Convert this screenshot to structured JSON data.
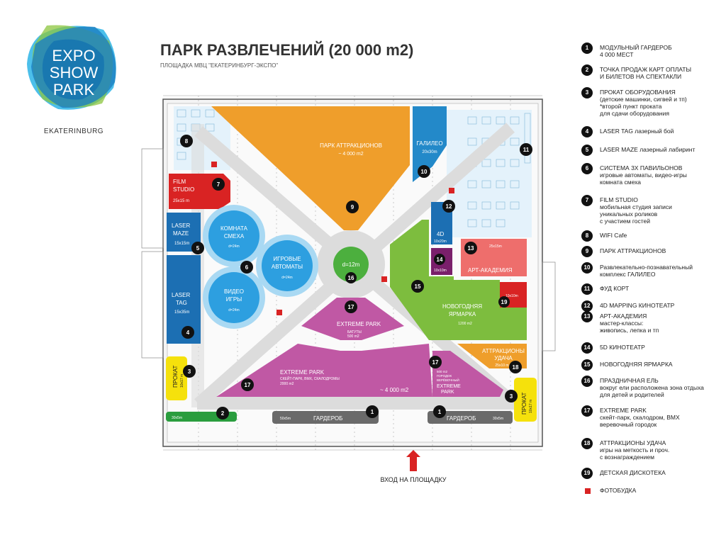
{
  "logo": {
    "line1": "EXPO",
    "line2": "SHOW",
    "line3": "PARK"
  },
  "city": "EKATERINBURG",
  "title": "ПАРК РАЗВЛЕЧЕНИЙ (20 000 m2)",
  "subtitle": "ПЛОЩАДКА МВЦ \"ЕКАТЕРИНБУРГ-ЭКСПО\"",
  "entrance": "ВХОД НА ПЛОЩАДКУ",
  "colors": {
    "orange": "#ef9e2b",
    "blue": "#2389c9",
    "lightblue": "#6cc1ec",
    "red": "#d92323",
    "purple": "#c058a4",
    "green": "#7dbd3e",
    "yellow": "#f5e10c",
    "salmon": "#ee6e6c",
    "gray": "#6a6a6a",
    "darkpurple": "#7a1f6b",
    "path": "#dcdcdc"
  },
  "zones": {
    "park": {
      "label": "ПАРК АТТРАКЦИОНОВ",
      "size": "~ 4 000 m2"
    },
    "galileo": {
      "label": "ГАЛИЛЕО",
      "size": "20x30m"
    },
    "film": {
      "label1": "FILM",
      "label2": "STUDIO",
      "size": "25x15 m"
    },
    "maze": {
      "label1": "LASER",
      "label2": "MAZE",
      "size": "15x15m"
    },
    "lasertag": {
      "label1": "LASER",
      "label2": "TAG",
      "size": "15x35m"
    },
    "laugh": {
      "label1": "КОМНАТА",
      "label2": "СМЕХА",
      "size": "d=24m"
    },
    "video": {
      "label1": "ВИДЕО",
      "label2": "ИГРЫ",
      "size": "d=24m"
    },
    "slots": {
      "label1": "ИГРОВЫЕ",
      "label2": "АВТОМАТЫ",
      "size": "d=24m"
    },
    "center": {
      "label": "d=12m"
    },
    "d4": {
      "label": "4D",
      "size": "10x20m"
    },
    "d5": {
      "size": "10x10m"
    },
    "art": {
      "label": "АРТ-АКАДЕМИЯ",
      "size": "25x15m"
    },
    "fair": {
      "label1": "НОВОГОДНЯЯ",
      "label2": "ЯРМАРКА",
      "size": "1200 m2"
    },
    "disco": {
      "size": "10x10m"
    },
    "extreme_top": {
      "label": "EXTREME PARK",
      "sub": "БАТУТЫ",
      "size": "500 m2"
    },
    "extreme_main": {
      "label": "EXTREME PARK",
      "sub": "СКЕЙТ-ПАРК, BMX, СКАЛОДРОМЫ",
      "size": "2000 m2",
      "total": "~ 4 000 m2"
    },
    "extreme_right": {
      "size": "500 m2",
      "sub1": "ГОРОДОК",
      "sub2": "ВЕРЁВОЧНЫЙ",
      "label1": "EXTREME",
      "label2": "PARK"
    },
    "luck": {
      "label1": "АТТРАКЦИОНЫ",
      "label2": "УДАЧА",
      "size": "25x10 m"
    },
    "prokat_left": {
      "label": "ПРОКАТ",
      "size": "10x17 m"
    },
    "prokat_right": {
      "label": "ПРОКАТ",
      "size": "10x17 m"
    },
    "green_bar": {
      "size": "30x5m"
    },
    "wardrobe_left": {
      "label": "ГАРДЕРОБ",
      "size": "50x5m"
    },
    "wardrobe_right": {
      "label": "ГАРДЕРОБ",
      "size": "30x5m"
    }
  },
  "markers": [
    "1",
    "1",
    "2",
    "3",
    "3",
    "4",
    "5",
    "6",
    "7",
    "8",
    "9",
    "10",
    "11",
    "12",
    "13",
    "14",
    "15",
    "16",
    "17",
    "17",
    "17",
    "18",
    "19"
  ],
  "legend": [
    {
      "num": "1",
      "text": "МОДУЛЬНЫЙ ГАРДЕРОБ\n4 000 МЕСТ"
    },
    {
      "num": "2",
      "text": "ТОЧКА ПРОДАЖ КАРТ ОПЛАТЫ\nИ БИЛЕТОВ НА СПЕКТАКЛИ"
    },
    {
      "num": "3",
      "text": "ПРОКАТ ОБОРУДОВАНИЯ\n(детские машинки, сигвей и тп)\n*второй пункт проката\nдля сдачи оборудования"
    },
    {
      "num": "4",
      "text": "LASER TAG лазерный бой"
    },
    {
      "num": "5",
      "text": "LASER MAZE лазерный лабиринт"
    },
    {
      "num": "6",
      "text": "СИСТЕМА 3Х ПАВИЛЬОНОВ\nигровые автоматы, видео-игры\nкомната смеха"
    },
    {
      "num": "7",
      "text": "FILM STUDIO\nмобильная студия записи\nуникальных роликов\nс участием гостей"
    },
    {
      "num": "8",
      "text": "WIFI Cafe"
    },
    {
      "num": "9",
      "text": "ПАРК АТТРАКЦИОНОВ"
    },
    {
      "num": "10",
      "text": "Развлекательно-познавательный\nкомплекс ГАЛИЛЕО"
    },
    {
      "num": "11",
      "text": "ФУД КОРТ"
    },
    {
      "num": "12",
      "text": "4D MAPPING КИНОТЕАТР"
    },
    {
      "num": "13",
      "text": "АРТ-АКАДЕМИЯ\nмастер-классы:\nживопись, лепка и тп"
    },
    {
      "num": "14",
      "text": "5D КИНОТЕАТР"
    },
    {
      "num": "15",
      "text": "НОВОГОДНЯЯ ЯРМАРКА"
    },
    {
      "num": "16",
      "text": "ПРАЗДНИЧНАЯ ЕЛЬ\nвокруг ели расположена зона отдыха\nдля детей и родителей"
    },
    {
      "num": "17",
      "text": "EXTREME PARK\nскейт-парк, скалодром, BMX\nверевочный городок"
    },
    {
      "num": "18",
      "text": "АТТРАКЦИОНЫ УДАЧА\nигры на меткость и проч.\nс вознаграждением"
    },
    {
      "num": "19",
      "text": "ДЕТСКАЯ ДИСКОТЕКА"
    },
    {
      "num": "",
      "text": "ФОТОБУДКА"
    }
  ]
}
